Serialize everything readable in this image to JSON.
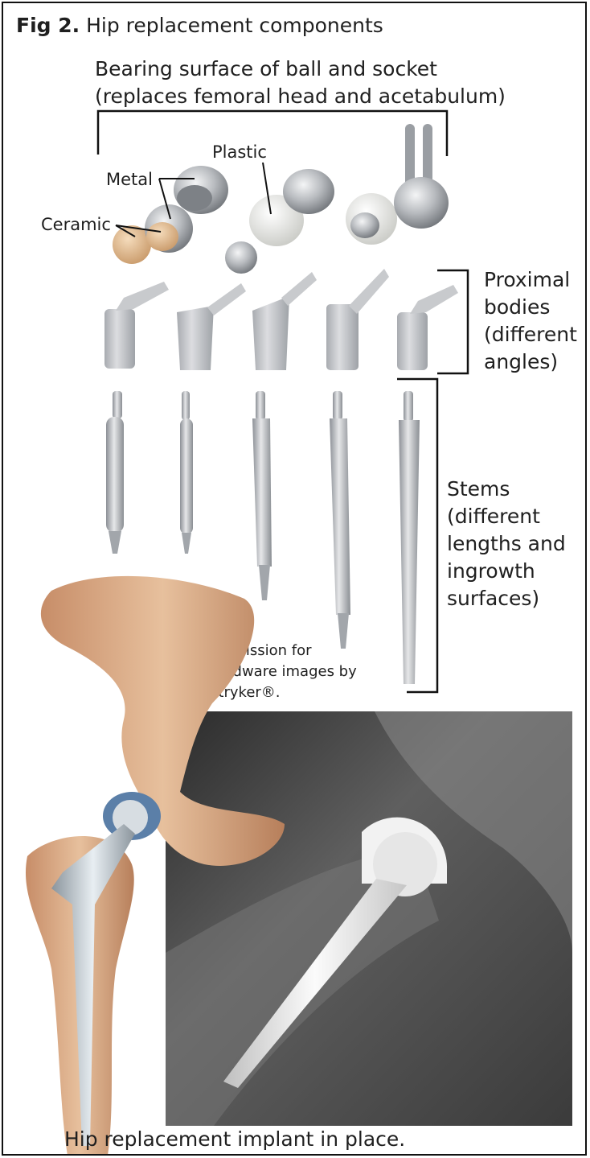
{
  "figure": {
    "number": "Fig 2.",
    "title": "Hip replacement components"
  },
  "labels": {
    "bearing_line1": "Bearing surface of ball and socket",
    "bearing_line2": "(replaces femoral head and acetabulum)",
    "plastic": "Plastic",
    "metal": "Metal",
    "ceramic": "Ceramic",
    "proximal_lines": [
      "Proximal",
      "bodies",
      "(different",
      "angles)"
    ],
    "stems_lines": [
      "Stems",
      "(different",
      "lengths and",
      "ingrowth",
      "surfaces)"
    ],
    "permission_lines": [
      "Permission for",
      "hardware images by",
      "Stryker®."
    ]
  },
  "caption": "Hip replacement implant in place.",
  "colors": {
    "metal": "#b9bcc0",
    "ceramic": "#e2bf94",
    "bone": "#d9a883",
    "xray_bg": "#4a4a4a"
  }
}
